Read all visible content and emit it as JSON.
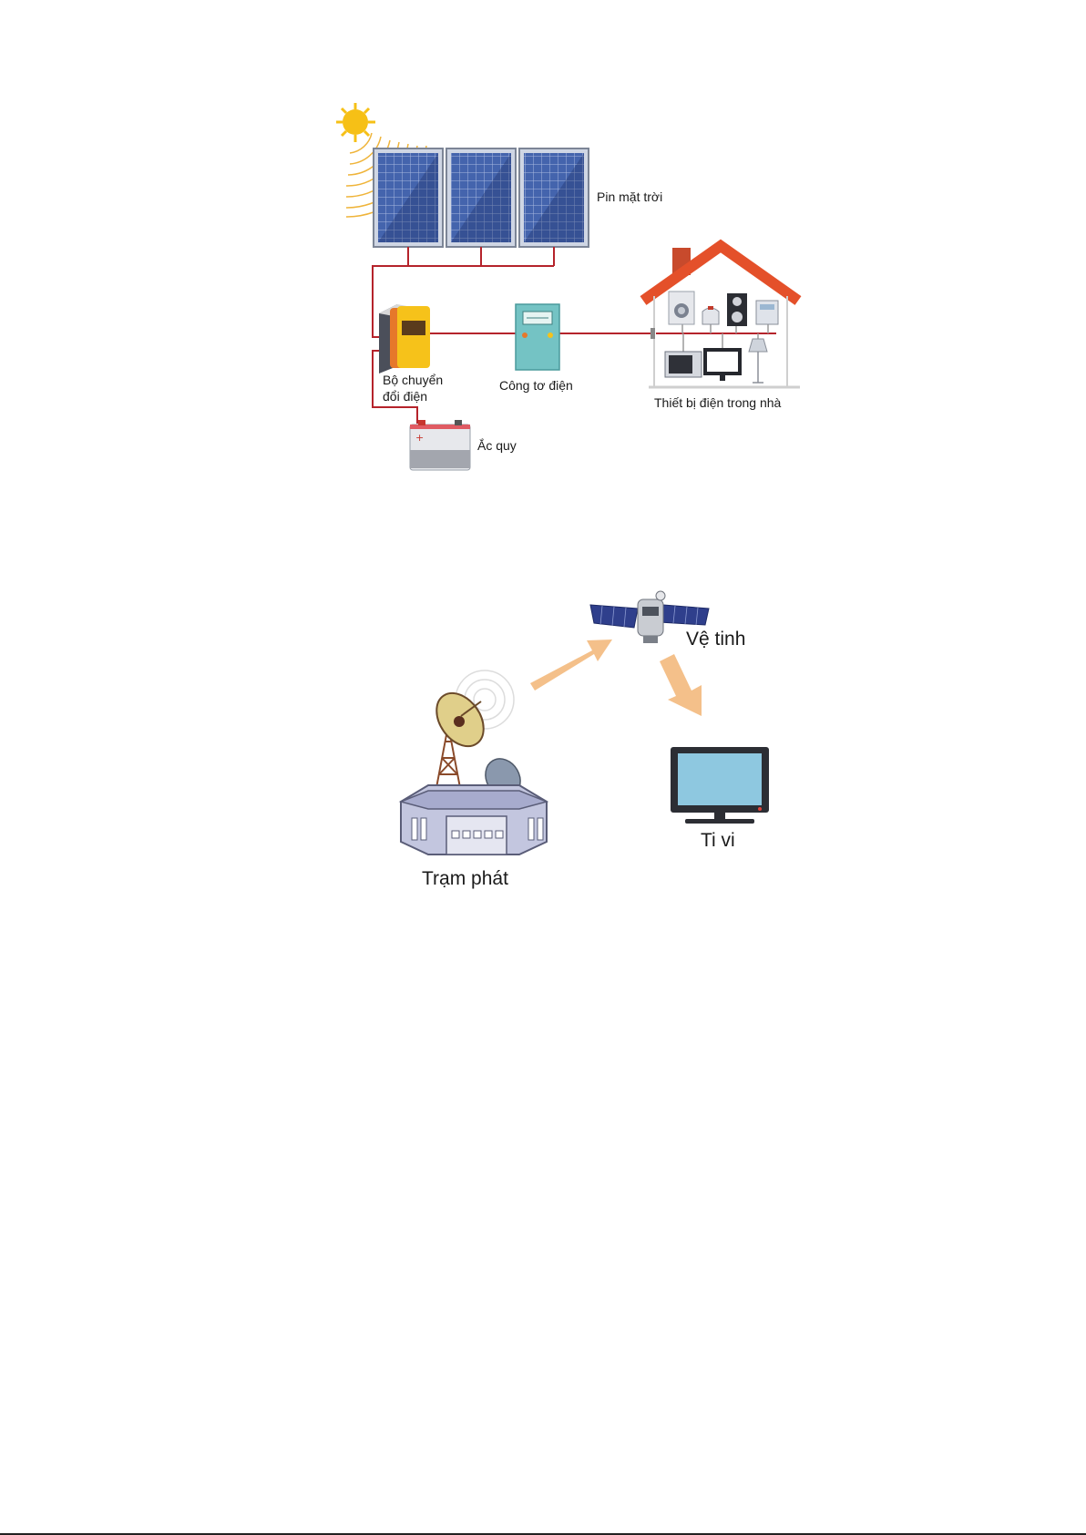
{
  "solar_system": {
    "panels_label": "Pin mặt trời",
    "inverter_label_line1": "Bộ chuyển",
    "inverter_label_line2": "đổi điện",
    "meter_label": "Công tơ điện",
    "house_label": "Thiết bị điện trong nhà",
    "battery_label": "Ắc quy"
  },
  "broadcast": {
    "satellite_label": "Vệ tinh",
    "tv_label": "Ti vi",
    "station_label": "Trạm phát"
  },
  "colors": {
    "wire": "#b5232b",
    "roof": "#e4502a",
    "panel": "#3f5fa6",
    "sun": "#f6c016",
    "arrow": "#f4c08a",
    "tv_screen": "#8ec8e0"
  }
}
